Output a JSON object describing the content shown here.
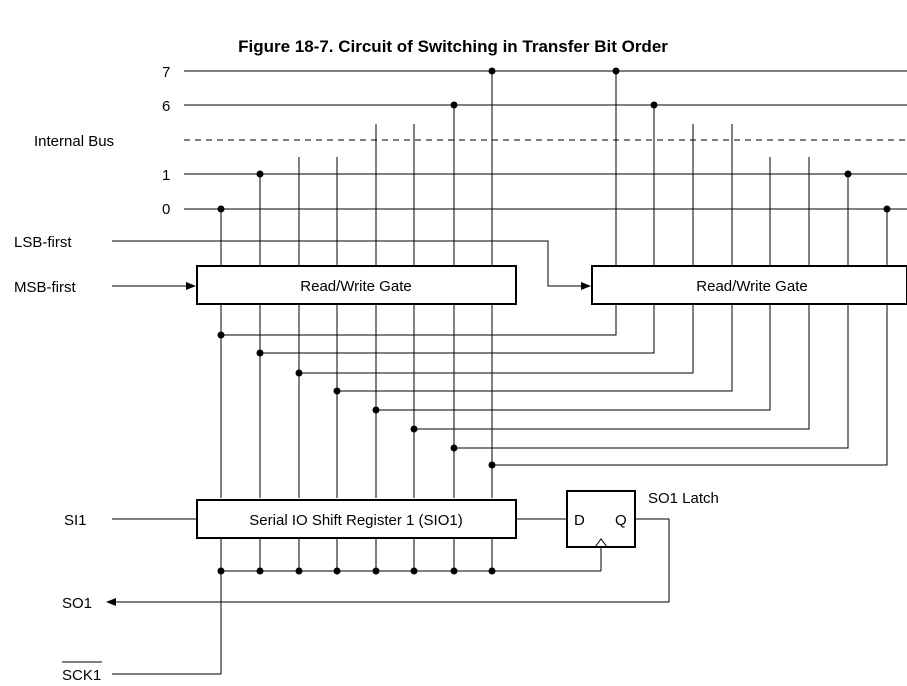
{
  "title": "Figure 18-7.  Circuit of Switching in Transfer Bit Order",
  "bus": {
    "bit7": "7",
    "bit6": "6",
    "internal_bus": "Internal Bus",
    "bit1": "1",
    "bit0": "0"
  },
  "signals": {
    "lsb_first": "LSB-first",
    "msb_first": "MSB-first",
    "si1": "SI1",
    "so1": "SO1",
    "sck1": "SCK1"
  },
  "blocks": {
    "gate_left": "Read/Write Gate",
    "gate_right": "Read/Write Gate",
    "shift_register": "Serial IO Shift Register 1 (SIO1)",
    "latch_label": "SO1 Latch",
    "latch_d": "D",
    "latch_q": "Q"
  }
}
